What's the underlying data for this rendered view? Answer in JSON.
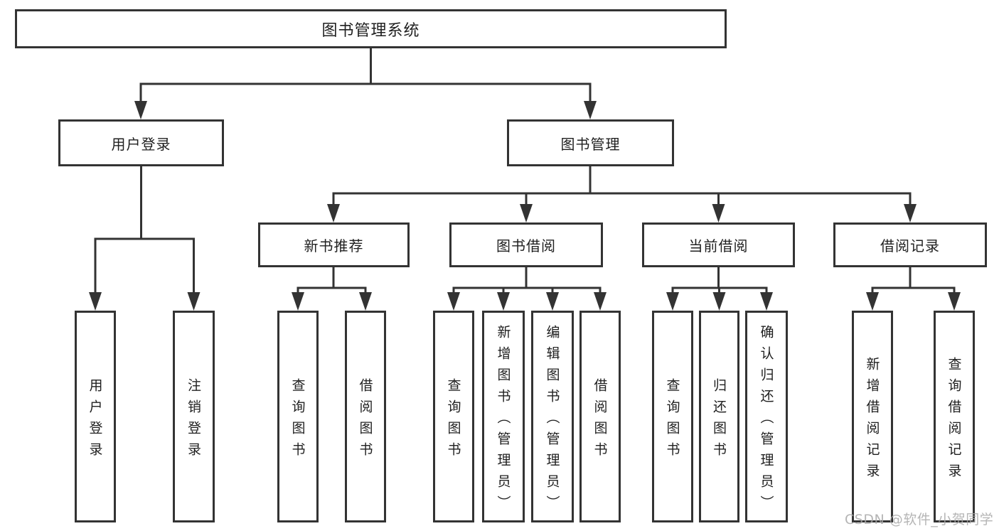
{
  "diagram": {
    "title": "图书管理系统",
    "nodes": {
      "root": "图书管理系统",
      "login": "用户登录",
      "mgmt": "图书管理",
      "newbook": "新书推荐",
      "borrow": "图书借阅",
      "current": "当前借阅",
      "records": "借阅记录"
    },
    "leaves": {
      "login": [
        "用户登录",
        "注销登录"
      ],
      "newbook": [
        "查询图书",
        "借阅图书"
      ],
      "borrow": [
        "查询图书",
        "新增图书（管理员）",
        "编辑图书（管理员）",
        "借阅图书"
      ],
      "current": [
        "查询图书",
        "归还图书",
        "确认归还（管理员）"
      ],
      "records": [
        "新增借阅记录",
        "查询借阅记录"
      ]
    }
  },
  "watermark": "CSDN @软件_小贺同学",
  "colors": {
    "line": "#333333",
    "text": "#1f1f1f",
    "box_fill": "#ffffff",
    "watermark": "#a8a8a8",
    "background": "#ffffff"
  }
}
